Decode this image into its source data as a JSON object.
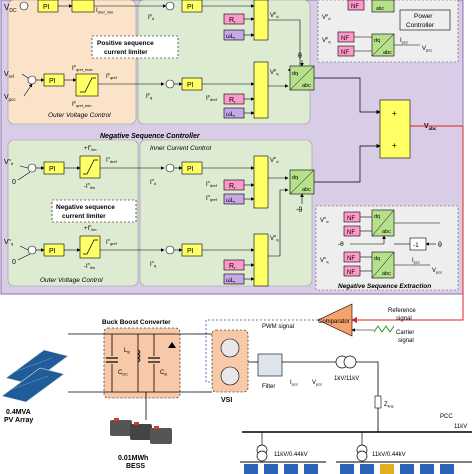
{
  "colors": {
    "outer_panel": "#d9cce6",
    "outer_current_bg": "#fbe3c9",
    "inner_current_bg": "#dcebd1",
    "pos_limiter": "#ffffff",
    "block_yellow": "#ffff66",
    "block_pink": "#ff99cc",
    "block_purple": "#c9a7e8",
    "nf_pink": "#ff99cc",
    "transform_green": "#b6e08c",
    "red_line": "#e02020",
    "blue_dash": "#2a52be",
    "converter_bg": "#f7c9a8",
    "pv_blue": "#1f5c99",
    "bess_gray": "#555555",
    "comparator": "#f6a26b",
    "house_blue": "#2b63b8"
  },
  "positive_sequence": {
    "top_labels": {
      "v_dc": "V",
      "v_dc_sub": "DC",
      "i_d_ref_min": "I",
      "i_d_ref_min_sub": "dref_min",
      "i_d": "I",
      "i_d_sup": "p",
      "i_d_sub": "d",
      "v_d": "V",
      "v_d_sup": "p",
      "v_d_sub": "d"
    },
    "limiter_label": "Positive sequence\ncurrent limiter",
    "limiter_line1": "Positive sequence",
    "limiter_line2": "current limiter",
    "outer_voltage_label": "Outer Voltage Control",
    "v_ref": "V",
    "v_ref_sub": "ref",
    "v_pcc": "V",
    "v_pcc_sub": "pcc",
    "pi": "PI",
    "i_qref_max": "I",
    "i_qref_max_sup": "p",
    "i_qref_max_sub": "qref_max",
    "i_qref_min": "I",
    "i_qref_min_sup": "p",
    "i_qref_min_sub": "qref_min",
    "i_qref": "I",
    "i_qref_sup": "p",
    "i_qref_sub": "qref",
    "i_q": "I",
    "i_q_sup": "p",
    "i_q_sub": "q",
    "v_q": "V",
    "v_q_sup": "p",
    "v_q_sub": "q",
    "i_dref_mid": "I",
    "i_dref_mid_sup": "p",
    "i_dref_mid_sub": "dref",
    "rf": "R",
    "rf_sub": "f",
    "wlf": "ωL",
    "wlf_sub": "f",
    "dq": "dq",
    "abc": "abc",
    "theta": "θ"
  },
  "power_controller": {
    "label_line1": "Power",
    "label_line2": "Controller",
    "nf": "NF",
    "v_d_top": "V",
    "v_d_top_sup": "p",
    "v_d_top_sub": "d",
    "v_q_top": "V",
    "v_q_top_sup": "p",
    "v_q_top_sub": "q",
    "i_pcc": "I",
    "i_pcc_sub": "pcc",
    "v_pcc": "V",
    "v_pcc_sub": "pcc",
    "dq": "dq",
    "abc": "abc"
  },
  "v_abc": "V",
  "v_abc_sub": "abc",
  "negative_sequence": {
    "title": "Negative Sequence Controller",
    "inner_label": "Inner Current Control",
    "outer_voltage_label": "Outer Voltage Control",
    "limiter_line1": "Negative sequence",
    "limiter_line2": "current limiter",
    "v_n_d": "V",
    "v_n_d_sup": "n",
    "v_n_d_sub": "d",
    "v_n_q": "V",
    "v_n_q_sup": "n",
    "v_n_q_sub": "q",
    "zero": "0",
    "pi": "PI",
    "plus_i_lim": "+I",
    "plus_i_lim_sup": "n",
    "plus_i_lim_sub": "lim",
    "minus_i_lim": "-I",
    "minus_i_lim_sup": "n",
    "minus_i_lim_sub": "lim",
    "i_dref": "I",
    "i_dref_sup": "n",
    "i_dref_sub": "dref",
    "i_qref": "I",
    "i_qref_sup": "n",
    "i_qref_sub": "qref",
    "i_d": "I",
    "i_d_sup": "n",
    "i_d_sub": "d",
    "i_q": "I",
    "i_q_sup": "n",
    "i_q_sub": "q",
    "rf": "R",
    "rf_sub": "f",
    "wlf": "ωL",
    "wlf_sub": "f",
    "v_d_out": "V",
    "v_d_out_sup": "n",
    "v_d_out_sub": "d",
    "v_q_out": "V",
    "v_q_out_sup": "n",
    "v_q_out_sub": "q",
    "dq": "dq",
    "abc": "abc",
    "minus_theta": "-θ",
    "minus_one": "-1",
    "extraction_label": "Negative Sequence Extraction",
    "nf": "NF",
    "v_pcc": "V",
    "v_pcc_sub": "pcc",
    "i_pcc": "I",
    "i_pcc_sub": "pcc",
    "theta": "θ"
  },
  "comparator": {
    "label": "Comparator",
    "pwm_signal": "PWM signal",
    "reference_signal_line1": "Reference",
    "reference_signal_line2": "signal",
    "carrier_signal_line1": "Carrier",
    "carrier_signal_line2": "signal"
  },
  "power_circuit": {
    "buck_boost": "Buck Boost Converter",
    "l_b": "L",
    "l_b_sub": "B",
    "c_dc": "C",
    "c_dc_sub": "DC",
    "c_b": "C",
    "c_b_sub": "B",
    "vsi": "VSI",
    "filter": "Filter",
    "i_pcc": "I",
    "i_pcc_sub": "pcc",
    "v_pcc": "V",
    "v_pcc_sub": "pcc",
    "transformer_main": "1kV/11kV",
    "z_line": "Z",
    "z_line_sub": "line",
    "pcc": "PCC",
    "kv11": "11kV",
    "transformer_dist1": "11kV/0.44kV",
    "transformer_dist2": "11kV/0.44kV",
    "pv_line1": "0.4MVA",
    "pv_line2": "PV Array",
    "bess_line1": "0.01MWh",
    "bess_line2": "BESS"
  }
}
